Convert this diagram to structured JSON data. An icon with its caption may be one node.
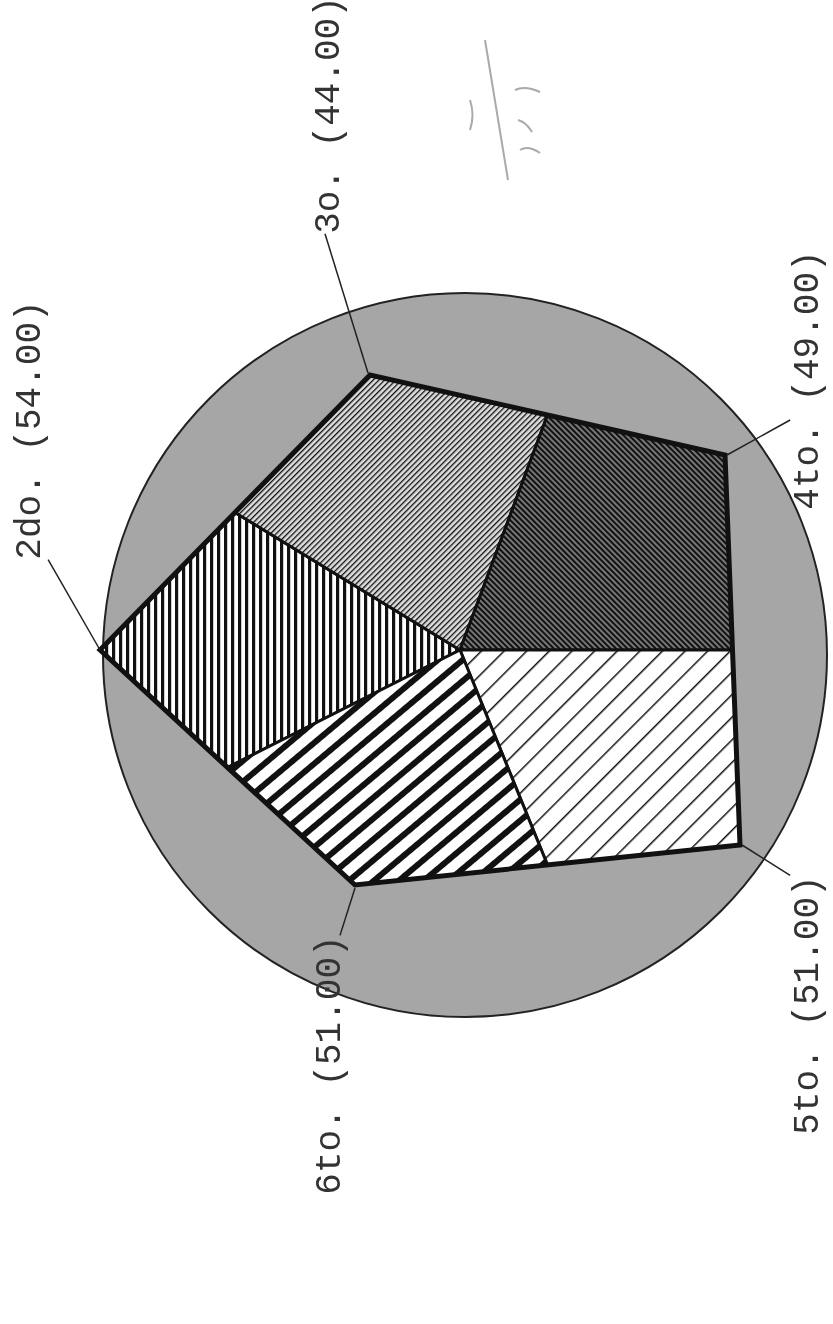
{
  "diagram": {
    "nodes": [
      {
        "text": [
          "2do. (54.00)"
        ]
      },
      {
        "text": [
          "3o. (44.00)"
        ]
      },
      {
        "text": [
          "4to. (49.00)"
        ]
      },
      {
        "text": [
          "5to. (51.00)"
        ]
      },
      {
        "text": [
          "6to. (51.00)"
        ]
      }
    ],
    "edges": [
      {
        "from": 0,
        "to": null,
        "arrow": "none"
      },
      {
        "from": 1,
        "to": null,
        "arrow": "none"
      },
      {
        "from": 2,
        "to": null,
        "arrow": "none"
      },
      {
        "from": 3,
        "to": null,
        "arrow": "none"
      },
      {
        "from": 4,
        "to": null,
        "arrow": "none"
      }
    ]
  }
}
